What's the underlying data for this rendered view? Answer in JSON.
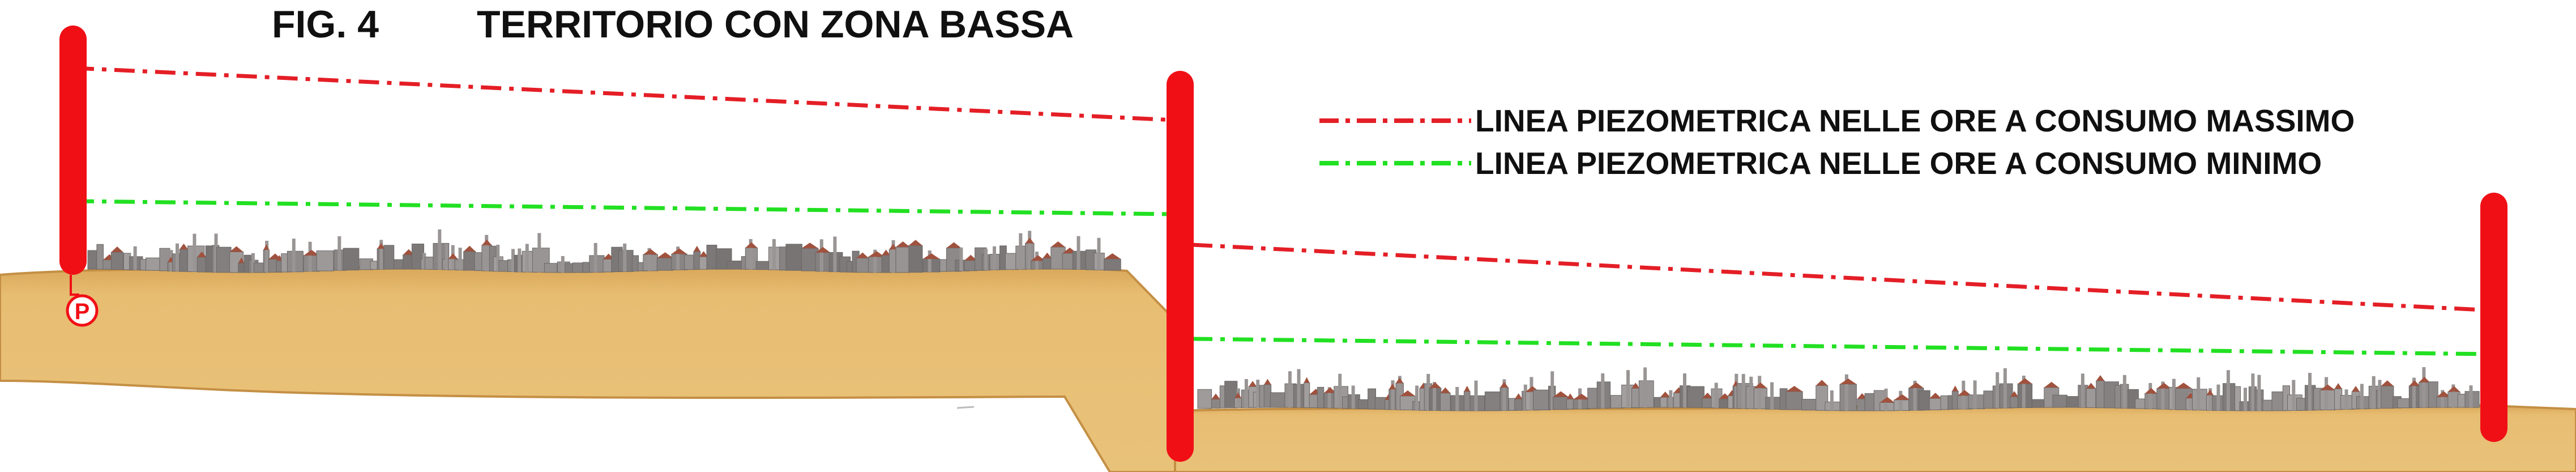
{
  "figure": {
    "number": "FIG. 4",
    "title": "TERRITORIO CON ZONA BASSA"
  },
  "legend": [
    {
      "label": "LINEA PIEZOMETRICA NELLE ORE A CONSUMO MASSIMO",
      "color": "#e41e26",
      "style": "dash-dot"
    },
    {
      "label": "LINEA PIEZOMETRICA NELLE ORE A CONSUMO MINIMO",
      "color": "#22e022",
      "style": "dash-dot"
    }
  ],
  "pump_symbol": {
    "label": "P",
    "icon": "pump-icon"
  },
  "colors": {
    "reservoir": "#f10f16",
    "max_line": "#e41e26",
    "min_line": "#22e022",
    "ground": "#e4b86a",
    "ground_edge": "#c9954a",
    "houses": "#8f8c8c"
  }
}
